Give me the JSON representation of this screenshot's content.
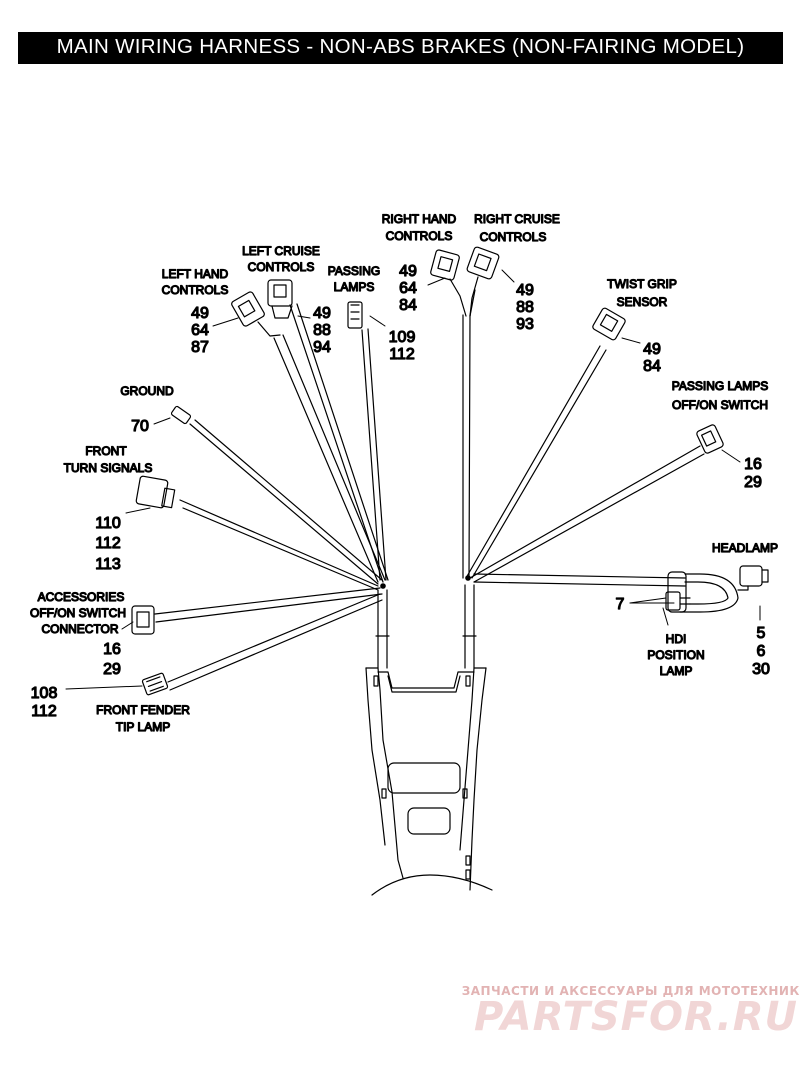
{
  "title": "MAIN WIRING HARNESS - NON-ABS BRAKES (NON-FAIRING MODEL)",
  "components": {
    "left_hand_controls": {
      "label": [
        "LEFT HAND",
        "CONTROLS"
      ],
      "refs": [
        "49",
        "64",
        "87"
      ]
    },
    "left_cruise_controls": {
      "label": [
        "LEFT CRUISE",
        "CONTROLS"
      ],
      "refs": [
        "49",
        "88",
        "94"
      ]
    },
    "passing_lamps": {
      "label": [
        "PASSING",
        "LAMPS"
      ],
      "refs": [
        "109",
        "112"
      ]
    },
    "right_hand_controls": {
      "label": [
        "RIGHT HAND",
        "CONTROLS"
      ],
      "refs": [
        "49",
        "64",
        "84"
      ]
    },
    "right_cruise_controls": {
      "label": [
        "RIGHT CRUISE",
        "CONTROLS"
      ],
      "refs": [
        "49",
        "88",
        "93"
      ]
    },
    "twist_grip_sensor": {
      "label": [
        "TWIST GRIP",
        "SENSOR"
      ],
      "refs": [
        "49",
        "84"
      ]
    },
    "passing_lamps_switch": {
      "label": [
        "PASSING LAMPS",
        "OFF/ON SWITCH"
      ],
      "refs": [
        "16",
        "29"
      ]
    },
    "ground": {
      "label": [
        "GROUND"
      ],
      "refs": [
        "70"
      ]
    },
    "front_turn_signals": {
      "label": [
        "FRONT",
        "TURN SIGNALS"
      ],
      "refs": [
        "110",
        "112",
        "113"
      ]
    },
    "accessories_switch": {
      "label": [
        "ACCESSORIES",
        "OFF/ON SWITCH",
        "CONNECTOR"
      ],
      "refs": [
        "16",
        "29"
      ]
    },
    "front_fender_tip_lamp": {
      "label": [
        "FRONT FENDER",
        "TIP LAMP"
      ],
      "refs": [
        "108",
        "112"
      ]
    },
    "headlamp": {
      "label": [
        "HEADLAMP"
      ],
      "refs": [
        "5",
        "6",
        "30"
      ]
    },
    "hdi_position_lamp": {
      "label": [
        "HDI",
        "POSITION",
        "LAMP"
      ],
      "refs": [
        "7"
      ]
    }
  },
  "watermark": {
    "tagline": "ЗАПЧАСТИ И АКСЕССУАРЫ ДЛЯ МОТОТЕХНИКИ",
    "brand": "PARTSFOR.RU",
    "color": "#d97d7d"
  },
  "colors": {
    "line": "#000000",
    "background": "#ffffff",
    "title_bar": "#000000"
  }
}
